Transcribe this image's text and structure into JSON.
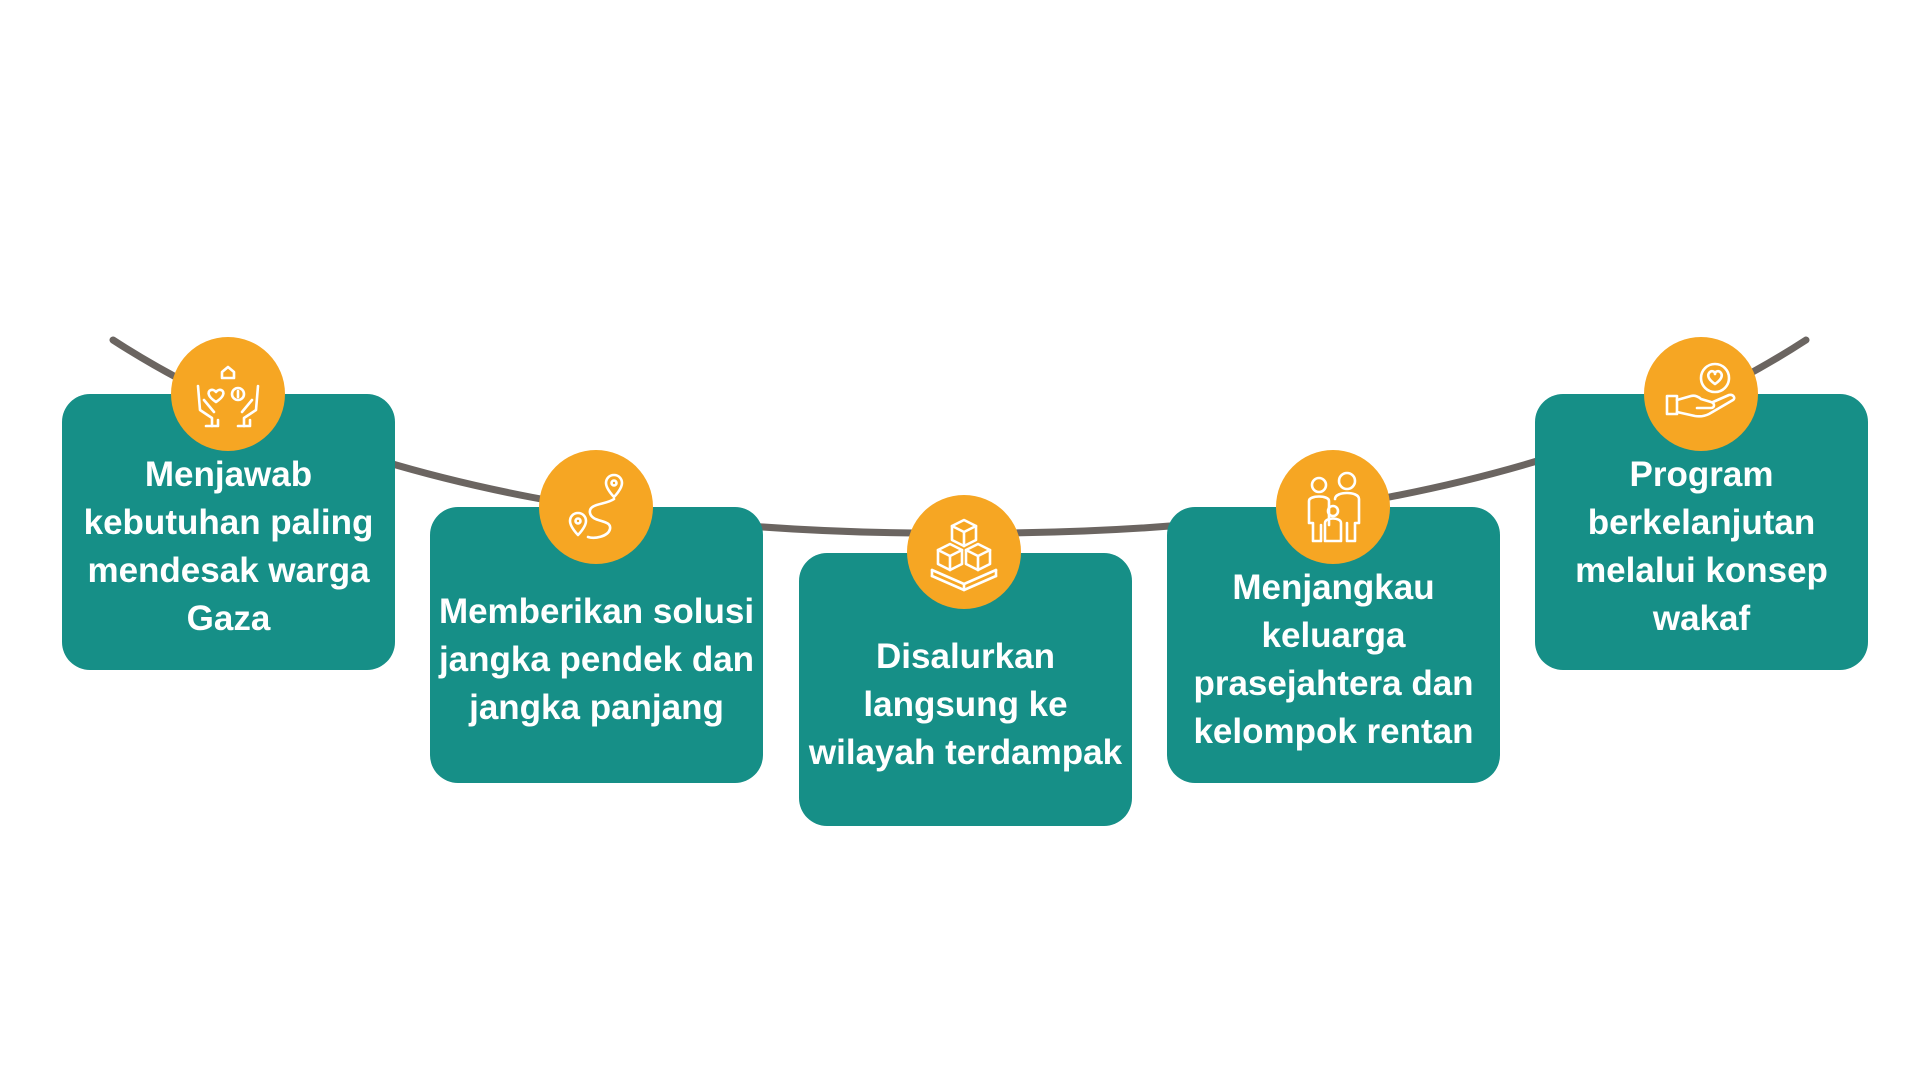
{
  "colors": {
    "card": "#168f87",
    "badge": "#f6a623",
    "rope": "#6b6561",
    "text": "#ffffff",
    "background": "#ffffff"
  },
  "steps": [
    {
      "text": "Menjawab kebutuhan paling mendesak warga Gaza",
      "icon": "hands-giving-heart-icon"
    },
    {
      "text": "Memberikan solusi jangka pendek dan jangka panjang",
      "icon": "route-map-pin-icon"
    },
    {
      "text": "Disalurkan langsung ke wilayah terdampak",
      "icon": "boxes-pallet-icon"
    },
    {
      "text": "Menjangkau keluarga prasejahtera dan kelompok rentan",
      "icon": "family-icon"
    },
    {
      "text": "Program berkelanjutan melalui konsep wakaf",
      "icon": "hand-heart-icon"
    }
  ]
}
